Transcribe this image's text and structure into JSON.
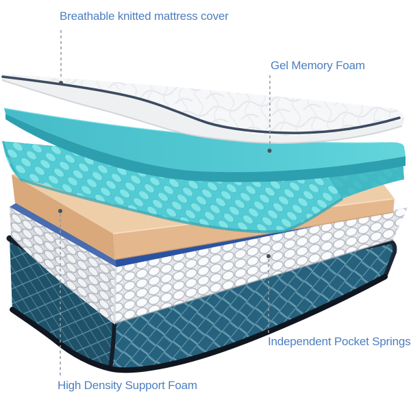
{
  "diagram_title": "Mattress exploded layer diagram",
  "background": "#ffffff",
  "label_color": "#4d7ec0",
  "leader": {
    "dash_color": "#959aa4",
    "dot_color": "#4a4e57"
  },
  "labels": {
    "cover": "Breathable knitted mattress cover",
    "gel": "Gel Memory Foam",
    "springs": "Independent Pocket Springs",
    "support": "High Density Support Foam"
  },
  "layers_top_to_bottom": [
    "Breathable knitted mattress cover",
    "Gel Memory Foam",
    "Egg-crate gel foam",
    "High Density Support Foam",
    "Independent Pocket Springs",
    "Quilted base"
  ],
  "layer_colors": {
    "cover_top": "#f6f7f9",
    "cover_stripe": "#3c4b60",
    "gel_sheet_top": "#4ec5d1",
    "gel_sheet_edge": "#2d9fae",
    "egg_foam": "#53cbd4",
    "egg_foam_bump": "#82e4e6",
    "support_foam_top": "#eecda9",
    "support_foam_front": "#e5b78c",
    "spring_fabric": "#f0f1f3",
    "spring_outline": "#b3b8c0",
    "spring_tape_blue": "#2a52a2",
    "base_fabric": "#26617d",
    "base_quilt_line": "#7fb2c4",
    "base_piping": "#161f2b"
  }
}
